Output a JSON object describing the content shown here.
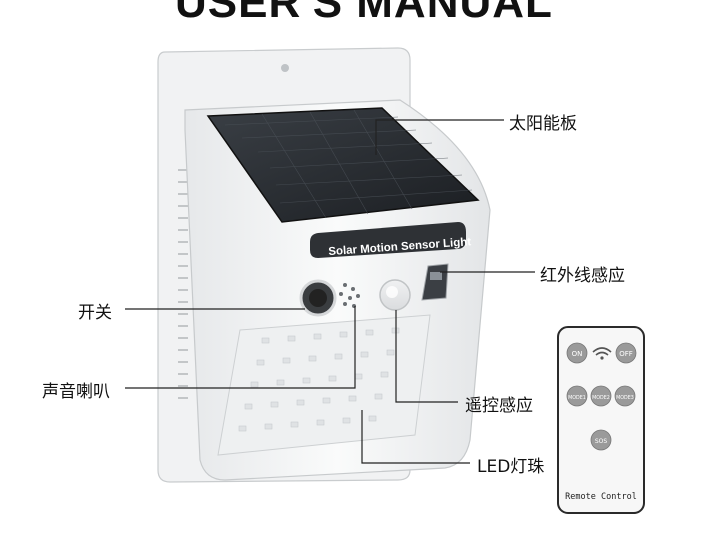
{
  "title": "USER'S MANUAL",
  "device": {
    "brand_strip": "Solar Motion Sensor Light"
  },
  "callouts": {
    "solar_panel": "太阳能板",
    "infrared_sensor": "红外线感应",
    "switch": "开关",
    "speaker": "声音喇叭",
    "remote_sensor": "遥控感应",
    "led_beads": "LED灯珠"
  },
  "remote": {
    "on": "ON",
    "off": "OFF",
    "mode1": "MODE1",
    "mode2": "MODE2",
    "mode3": "MODE3",
    "sos": "SOS",
    "caption": "Remote Control"
  },
  "colors": {
    "housing": "#f4f5f6",
    "panel": "#2a2e33",
    "button": "#9a9a9a"
  }
}
